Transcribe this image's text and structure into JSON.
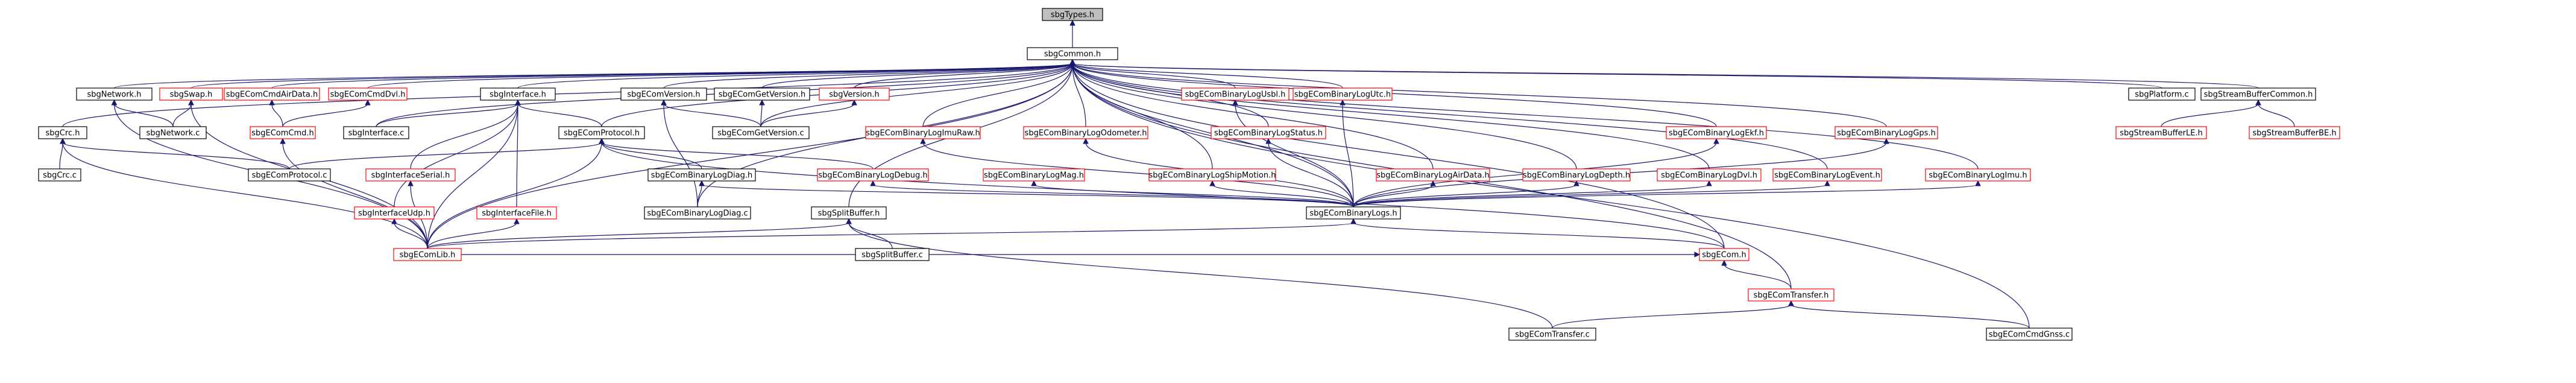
{
  "nodes": [
    {
      "id": "types",
      "label": "sbgTypes.h",
      "color": "black",
      "root": true
    },
    {
      "id": "common",
      "label": "sbgCommon.h",
      "color": "black"
    },
    {
      "id": "network",
      "label": "sbgNetwork.h",
      "color": "black"
    },
    {
      "id": "swap",
      "label": "sbgSwap.h",
      "color": "red"
    },
    {
      "id": "cmdair",
      "label": "sbgEComCmdAirData.h",
      "color": "red"
    },
    {
      "id": "cmddvl",
      "label": "sbgEComCmdDvl.h",
      "color": "red"
    },
    {
      "id": "iface",
      "label": "sbgInterface.h",
      "color": "black"
    },
    {
      "id": "ecomver",
      "label": "sbgEComVersion.h",
      "color": "black"
    },
    {
      "id": "getver",
      "label": "sbgEComGetVersion.h",
      "color": "black"
    },
    {
      "id": "sbgver",
      "label": "sbgVersion.h",
      "color": "red"
    },
    {
      "id": "logusbl",
      "label": "sbgEComBinaryLogUsbl.h",
      "color": "red"
    },
    {
      "id": "logutc",
      "label": "sbgEComBinaryLogUtc.h",
      "color": "red"
    },
    {
      "id": "platform",
      "label": "sbgPlatform.c",
      "color": "black"
    },
    {
      "id": "sbcommon",
      "label": "sbgStreamBufferCommon.h",
      "color": "black"
    },
    {
      "id": "crch",
      "label": "sbgCrc.h",
      "color": "black"
    },
    {
      "id": "networkc",
      "label": "sbgNetwork.c",
      "color": "black"
    },
    {
      "id": "cmdh",
      "label": "sbgEComCmd.h",
      "color": "red"
    },
    {
      "id": "ifacec",
      "label": "sbgInterface.c",
      "color": "black"
    },
    {
      "id": "protoh",
      "label": "sbgEComProtocol.h",
      "color": "black"
    },
    {
      "id": "getverc",
      "label": "sbgEComGetVersion.c",
      "color": "black"
    },
    {
      "id": "imuraw",
      "label": "sbgEComBinaryLogImuRaw.h",
      "color": "red"
    },
    {
      "id": "odo",
      "label": "sbgEComBinaryLogOdometer.h",
      "color": "red"
    },
    {
      "id": "status",
      "label": "sbgEComBinaryLogStatus.h",
      "color": "red"
    },
    {
      "id": "ekf",
      "label": "sbgEComBinaryLogEkf.h",
      "color": "red"
    },
    {
      "id": "gps",
      "label": "sbgEComBinaryLogGps.h",
      "color": "red"
    },
    {
      "id": "sble",
      "label": "sbgStreamBufferLE.h",
      "color": "red"
    },
    {
      "id": "sbbe",
      "label": "sbgStreamBufferBE.h",
      "color": "red"
    },
    {
      "id": "crcc",
      "label": "sbgCrc.c",
      "color": "black"
    },
    {
      "id": "protoc",
      "label": "sbgEComProtocol.c",
      "color": "black"
    },
    {
      "id": "ifserial",
      "label": "sbgInterfaceSerial.h",
      "color": "red"
    },
    {
      "id": "diagh",
      "label": "sbgEComBinaryLogDiag.h",
      "color": "black"
    },
    {
      "id": "debug",
      "label": "sbgEComBinaryLogDebug.h",
      "color": "red"
    },
    {
      "id": "mag",
      "label": "sbgEComBinaryLogMag.h",
      "color": "red"
    },
    {
      "id": "ship",
      "label": "sbgEComBinaryLogShipMotion.h",
      "color": "red"
    },
    {
      "id": "airdata",
      "label": "sbgEComBinaryLogAirData.h",
      "color": "red"
    },
    {
      "id": "depth",
      "label": "sbgEComBinaryLogDepth.h",
      "color": "red"
    },
    {
      "id": "dvl",
      "label": "sbgEComBinaryLogDvl.h",
      "color": "red"
    },
    {
      "id": "event",
      "label": "sbgEComBinaryLogEvent.h",
      "color": "red"
    },
    {
      "id": "imu",
      "label": "sbgEComBinaryLogImu.h",
      "color": "red"
    },
    {
      "id": "ifudp",
      "label": "sbgInterfaceUdp.h",
      "color": "red"
    },
    {
      "id": "iffile",
      "label": "sbgInterfaceFile.h",
      "color": "red"
    },
    {
      "id": "diagc",
      "label": "sbgEComBinaryLogDiag.c",
      "color": "black"
    },
    {
      "id": "splith",
      "label": "sbgSplitBuffer.h",
      "color": "black"
    },
    {
      "id": "logs",
      "label": "sbgEComBinaryLogs.h",
      "color": "black"
    },
    {
      "id": "splitc",
      "label": "sbgSplitBuffer.c",
      "color": "black"
    },
    {
      "id": "ecomlib",
      "label": "sbgEComLib.h",
      "color": "red"
    },
    {
      "id": "ecomh",
      "label": "sbgECom.h",
      "color": "red"
    },
    {
      "id": "transh",
      "label": "sbgEComTransfer.h",
      "color": "red"
    },
    {
      "id": "transc",
      "label": "sbgEComTransfer.c",
      "color": "black"
    },
    {
      "id": "gnssc",
      "label": "sbgEComCmdGnss.c",
      "color": "black"
    }
  ]
}
